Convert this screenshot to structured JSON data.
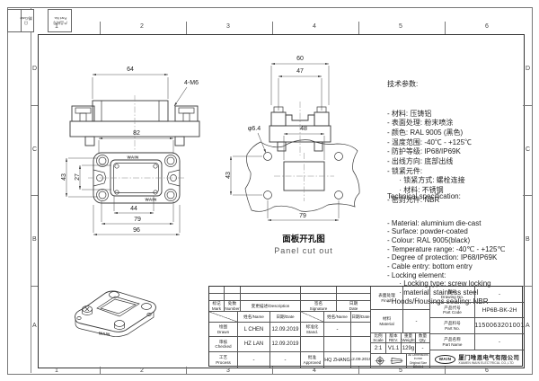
{
  "zones": {
    "top": [
      "1",
      "2",
      "3",
      "4",
      "5",
      "6"
    ],
    "bottom": [
      "1",
      "2",
      "3",
      "4",
      "5",
      "6"
    ],
    "left": [
      "D",
      "C",
      "B",
      "A"
    ],
    "right": [
      "D",
      "C",
      "B",
      "A"
    ]
  },
  "corner_blocks": {
    "block1": "日期/Date",
    "block2": "产品料号\nPart No."
  },
  "views": {
    "front": {
      "dim_width": "64",
      "thread_label": "4-M6"
    },
    "side": {
      "dim_outer": "60",
      "dim_inner": "47"
    },
    "plan": {
      "dim_top": "82",
      "dim_left_outer": "43",
      "dim_left_inner": "27",
      "dim_bottom_inner": "44",
      "dim_bottom_mid": "79",
      "dim_bottom_outer": "96",
      "brand_top": "WAIN",
      "brand_bottom": "WAIN"
    },
    "panel": {
      "hole_dia": "φ6.4",
      "dim_rect_width": "48",
      "dim_vertical": "43",
      "dim_horizontal": "79",
      "caption_zh": "面板开孔图",
      "caption_en": "Panel cut out"
    },
    "iso": {
      "brand": "WAIN"
    }
  },
  "specs_zh": {
    "title": "技术参数:",
    "items": [
      "- 材料: 压铸铝",
      "- 表面处理: 粉末喷涂",
      "- 颜色: RAL 9005 (黑色)",
      "- 温度范围: -40℃ - +125℃",
      "- 防护等级: IP68/IP69K",
      "- 出线方向: 底部出线",
      "- 锁紧元件:",
      "      · 锁紧方式: 螺栓连接",
      "      · 材料: 不锈钢",
      "- 密封元件: NBR"
    ]
  },
  "specs_en": {
    "title": "Technical specification:",
    "items": [
      "- Material: aluminium die-cast",
      "- Surface: powder-coated",
      "- Colour: RAL 9005(black)",
      "- Temperature range: -40℃ - +125℃",
      "- Degree of protection: IP68/IP69K",
      "- Cable entry: bottom entry",
      "- Locking element:",
      "      · Locking type: screw locking",
      "      · material: stainless steel",
      "- Hoods/Housings sealing: NBR"
    ]
  },
  "title_block": {
    "revision_header": {
      "mark": "标记\nMark",
      "number": "处数\nNumber",
      "description": "变更描述/Description",
      "signature": "签名\nSignature",
      "date": "日期\nDate"
    },
    "sub_header": {
      "name1": "姓名/Name",
      "date1": "日期/Date",
      "name2": "姓名/Name",
      "date2": "日期/Date"
    },
    "rows": {
      "drawn": {
        "label": "绘图\nDrawn",
        "name": "L CHEN",
        "date": "12.09.2019"
      },
      "stand": {
        "label": "标准化\nStand.",
        "name": "-",
        "date": ""
      },
      "checked": {
        "label": "审核\nChecked",
        "name": "HZ LAN",
        "date": "12.09.2019"
      },
      "process": {
        "label": "工艺\nProcess",
        "name": "-",
        "date": "-"
      },
      "approved": {
        "label": "批准\nApproved",
        "name": "HQ ZHANG",
        "date": "12.09.2019"
      }
    },
    "info": {
      "finish": {
        "label": "表面处理\nFinish",
        "value": "-"
      },
      "material": {
        "label": "材料\nMaterial",
        "value": "-"
      },
      "drawing_no": {
        "label": "图号\nDrawing No.",
        "value": "-"
      },
      "part_code": {
        "label": "产品代号\nPart Code",
        "value": "HP6B-BK-2H"
      },
      "part_no": {
        "label": "产品料号\nPart No.",
        "value": "1150063201001"
      },
      "part_name": {
        "label": "产品名称\nPart Name",
        "value": "-"
      },
      "scale": {
        "label": "比例\nScale",
        "value": "2:1"
      },
      "rev": {
        "label": "版本\nREV.",
        "value": "V1.1"
      },
      "weight": {
        "label": "重量\nWeight",
        "value": "129g"
      },
      "qty": {
        "label": "数量\nQty.",
        "value": "-"
      },
      "note": "All Dimensions in mm\nOriginal Size DIN A 4",
      "company": {
        "logo": "WAIN",
        "name_zh": "厦门唯恩电气有限公司",
        "name_en": "XIAMEN WAIN ELECTRICAL CO.,LTD"
      }
    }
  }
}
